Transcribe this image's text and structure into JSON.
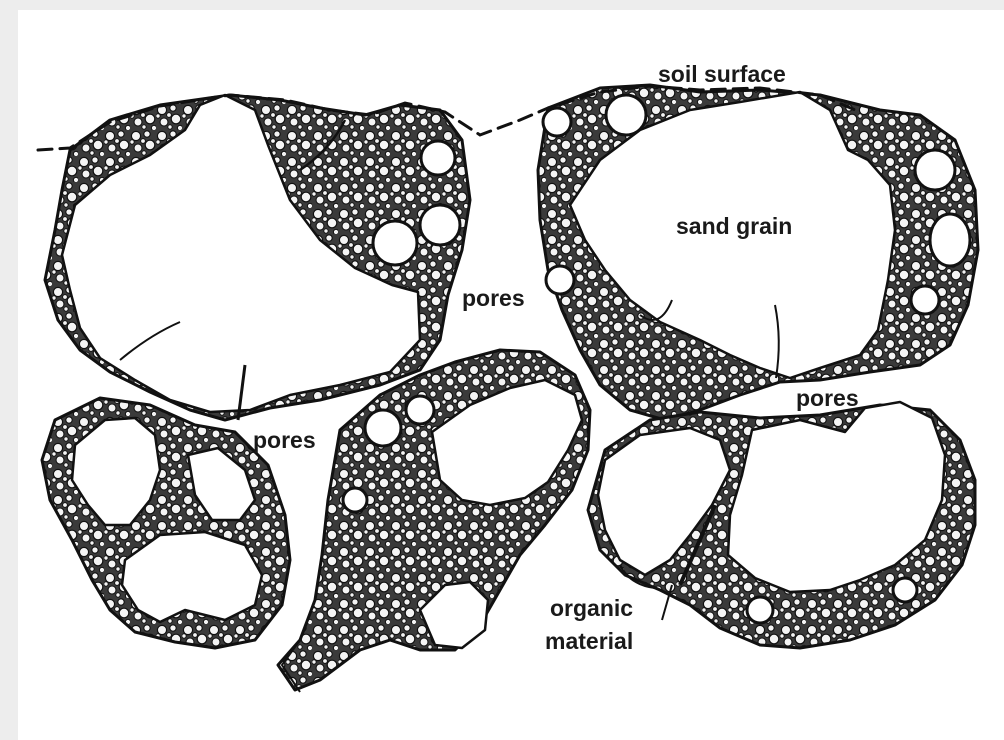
{
  "labels": {
    "soil_surface": "soil surface",
    "sand_grain": "sand grain",
    "pores_1": "pores",
    "pores_2": "pores",
    "pores_3": "pores",
    "organic_line1": "organic",
    "organic_line2": "material"
  },
  "colors": {
    "page_background": "#ededed",
    "diagram_background": "#ffffff",
    "ink": "#1a1a1a"
  }
}
